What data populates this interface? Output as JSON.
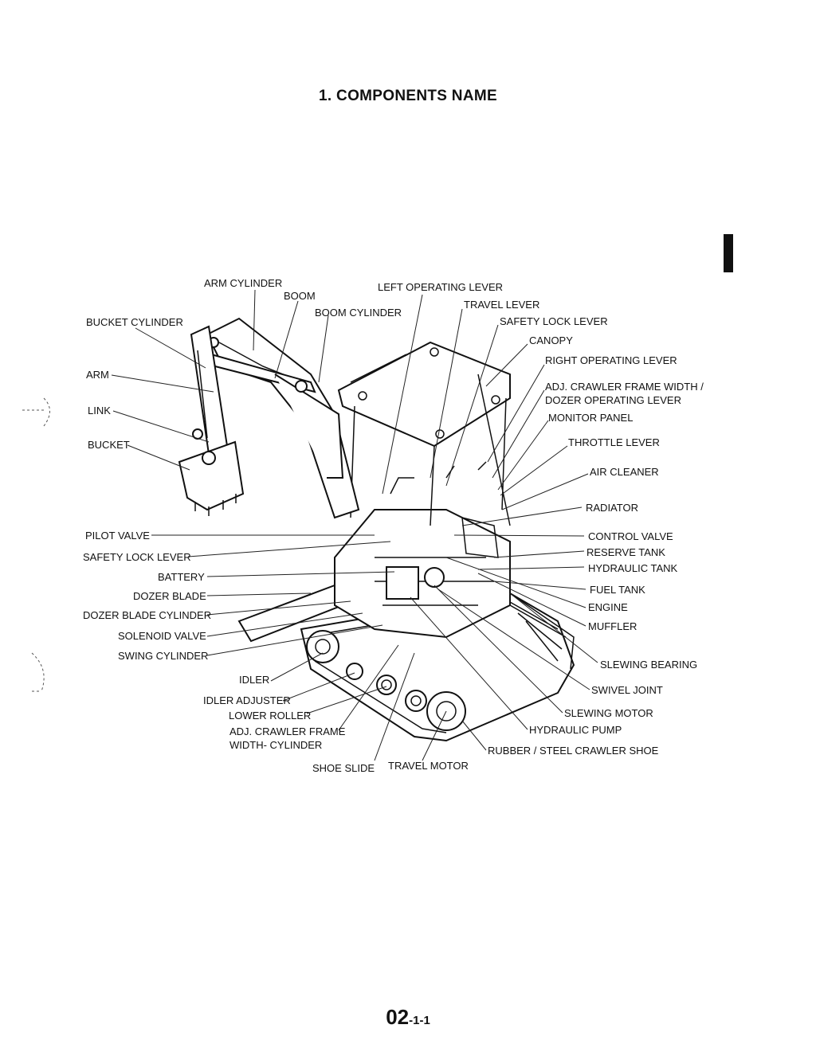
{
  "title": "1. COMPONENTS NAME",
  "page_number": {
    "main": "02",
    "sub": "-1-1"
  },
  "labels": {
    "arm_cylinder": "ARM CYLINDER",
    "boom": "BOOM",
    "left_operating_lever": "LEFT OPERATING LEVER",
    "boom_cylinder": "BOOM CYLINDER",
    "bucket_cylinder": "BUCKET CYLINDER",
    "travel_lever": "TRAVEL LEVER",
    "safety_lock_lever_top": "SAFETY LOCK LEVER",
    "canopy": "CANOPY",
    "right_operating_lever": "RIGHT OPERATING LEVER",
    "adj_crawler_frame_width_1": "ADJ. CRAWLER FRAME WIDTH /",
    "adj_crawler_frame_width_2": "DOZER OPERATING LEVER",
    "monitor_panel": "MONITOR PANEL",
    "throttle_lever": "THROTTLE LEVER",
    "air_cleaner": "AIR CLEANER",
    "radiator": "RADIATOR",
    "arm": "ARM",
    "link": "LINK",
    "bucket": "BUCKET",
    "pilot_valve": "PILOT VALVE",
    "safety_lock_lever_left": "SAFETY LOCK LEVER",
    "battery": "BATTERY",
    "dozer_blade": "DOZER BLADE",
    "dozer_blade_cylinder": "DOZER BLADE CYLINDER",
    "solenoid_valve": "SOLENOID VALVE",
    "swing_cylinder": "SWING CYLINDER",
    "idler": "IDLER",
    "idler_adjuster": "IDLER ADJUSTER",
    "lower_roller": "LOWER ROLLER",
    "adj_crawler_cylinder_1": "ADJ. CRAWLER FRAME",
    "adj_crawler_cylinder_2": "WIDTH- CYLINDER",
    "shoe_slide": "SHOE SLIDE",
    "travel_motor": "TRAVEL MOTOR",
    "control_valve": "CONTROL VALVE",
    "reserve_tank": "RESERVE TANK",
    "hydraulic_tank": "HYDRAULIC TANK",
    "fuel_tank": "FUEL TANK",
    "engine": "ENGINE",
    "muffler": "MUFFLER",
    "slewing_bearing": "SLEWING BEARING",
    "swivel_joint": "SWIVEL JOINT",
    "slewing_motor": "SLEWING MOTOR",
    "hydraulic_pump": "HYDRAULIC PUMP",
    "rubber_steel_crawler_shoe": "RUBBER / STEEL CRAWLER SHOE"
  }
}
